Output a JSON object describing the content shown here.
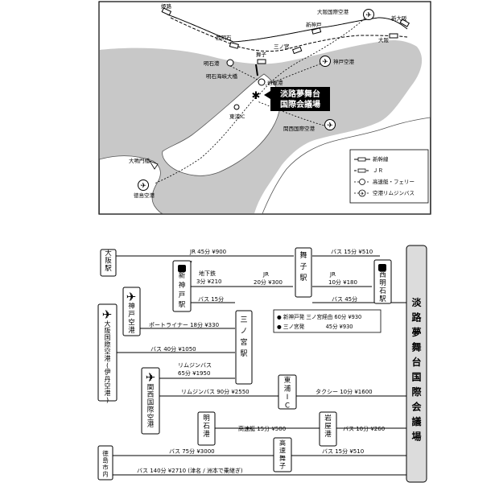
{
  "map": {
    "places": {
      "himeji": "姫路",
      "nishiakashi": "西明石",
      "shinkobe": "新神戸",
      "osaka_airport": "大阪国際空港",
      "shin_osaka": "新大阪",
      "osaka": "大阪",
      "sannomiya": "三ノ宮",
      "maiko": "舞子",
      "akashi_port": "明石港",
      "kobe_airport": "神戸空港",
      "akashi_bridge": "明石海峡大橋",
      "iwaya_port": "岩屋港",
      "higashiura_ic": "東浦IC",
      "kansai_airport": "関西国際空港",
      "naruto_bridge": "大鳴門橋",
      "tokushima_airport": "徳島空港"
    },
    "venue_label_1": "淡路夢舞台",
    "venue_label_2": "国際会議場",
    "legend": {
      "shinkansen": "新幹線",
      "jr": "ＪＲ",
      "ferry": "高速艇・フェリー",
      "limousine": "空港リムジンバス"
    }
  },
  "chart": {
    "nodes": {
      "osaka": "大阪駅",
      "maiko": "舞子駅",
      "nishiakashi": "西明石駅",
      "shinkobe": "新神戸駅",
      "kobe_airport": "神戸空港",
      "sannomiya": "三ノ宮駅",
      "osaka_airport": "大阪国際空港(伊丹空港)",
      "kansai_airport": "関西国際空港",
      "higashiura": "東浦IC",
      "akashi_port": "明石港",
      "iwaya": "岩屋港",
      "tokushima": "徳島市内",
      "maiko_exp": "高速舞子",
      "venue": "淡路夢舞台国際会議場"
    },
    "routes": {
      "osaka_maiko": "JR 45分 ¥900",
      "maiko_nishiakashi": "バス 15分 ¥510",
      "subway_1": "地下鉄",
      "subway_2": "3分 ¥210",
      "jr_sannomiya_1": "JR",
      "jr_sannomiya_2": "20分 ¥300",
      "jr_nishi_1": "JR",
      "jr_nishi_2": "10分 ¥180",
      "shinkobe_bus": "バス 15分",
      "maiko_bus": "バス 45分",
      "note_1": "● 新神戸発 三ノ宮経由 60分 ¥930",
      "note_2": "● 三ノ宮発　　　　45分 ¥930",
      "portliner": "ポートライナー 18分 ¥330",
      "itami_bus": "バス 40分 ¥1050",
      "limo_1": "リムジンバス",
      "limo_2": "65分 ¥1950",
      "kix_limo": "リムジンバス 90分 ¥2550",
      "taxi": "タクシー 10分 ¥1600",
      "ferry": "高速艇 15分 ¥500",
      "iwaya_bus": "バス 10分 ¥260",
      "tokushima_bus": "バス 75分 ¥3000",
      "maikoexp_bus": "バス 15分 ¥510",
      "long_bus": "バス 140分 ¥2710 (津名 / 洲本で乗継ぎ)"
    }
  }
}
